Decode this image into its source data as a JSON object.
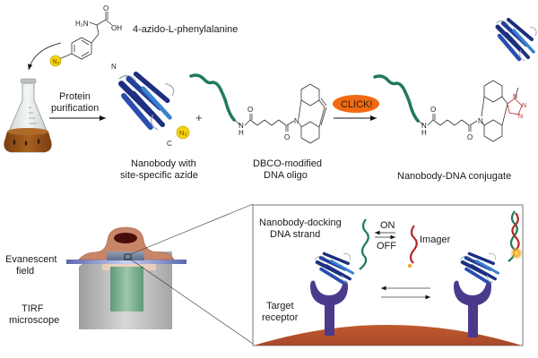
{
  "top_panel": {
    "amino_acid": {
      "name": "4-azido-L-phenylalanine",
      "groups": {
        "amine": "H₂N",
        "carbonyl_o": "O",
        "hydroxyl": "OH",
        "azide": "N₃"
      }
    },
    "step_label_line1": "Protein",
    "step_label_line2": "purification",
    "nanobody": {
      "label_line1": "Nanobody with",
      "label_line2": "site-specific azide",
      "n_terminus": "N",
      "c_terminus": "C",
      "azide": "N₃"
    },
    "plus": "+",
    "dbco_oligo": {
      "label_line1": "DBCO-modified",
      "label_line2": "DNA oligo",
      "atoms": {
        "o1": "O",
        "nh": "N",
        "h": "H",
        "o2": "O",
        "n_ring": "N"
      }
    },
    "click_badge": "CLICK!",
    "conjugate": {
      "label": "Nanobody-DNA conjugate",
      "atoms": {
        "o1": "O",
        "nh": "N",
        "h": "H",
        "o2": "O",
        "n_ring": "N",
        "triazole_n1": "N",
        "triazole_n2": "N",
        "triazole_n3": "N"
      }
    }
  },
  "bottom_panel": {
    "evanescent_label_line1": "Evanescent",
    "evanescent_label_line2": "field",
    "tirf_label_line1": "TIRF",
    "tirf_label_line2": "microscope",
    "inset": {
      "docking_label_line1": "Nanobody-docking",
      "docking_label_line2": "DNA strand",
      "on_label": "ON",
      "off_label": "OFF",
      "imager_label": "Imager",
      "receptor_label_line1": "Target",
      "receptor_label_line2": "receptor"
    }
  },
  "colors": {
    "dna_docking": "#1f7a5a",
    "dna_imager": "#b22a2a",
    "nanobody": "#1c2f80",
    "azide_badge": "#f5d20a",
    "click_badge": "#ef6a12",
    "receptor": "#4b3a8c",
    "cell": "#c98568",
    "membrane": "#b5532d",
    "culture": "#9a5418",
    "fluorophore": "#f5a623"
  }
}
